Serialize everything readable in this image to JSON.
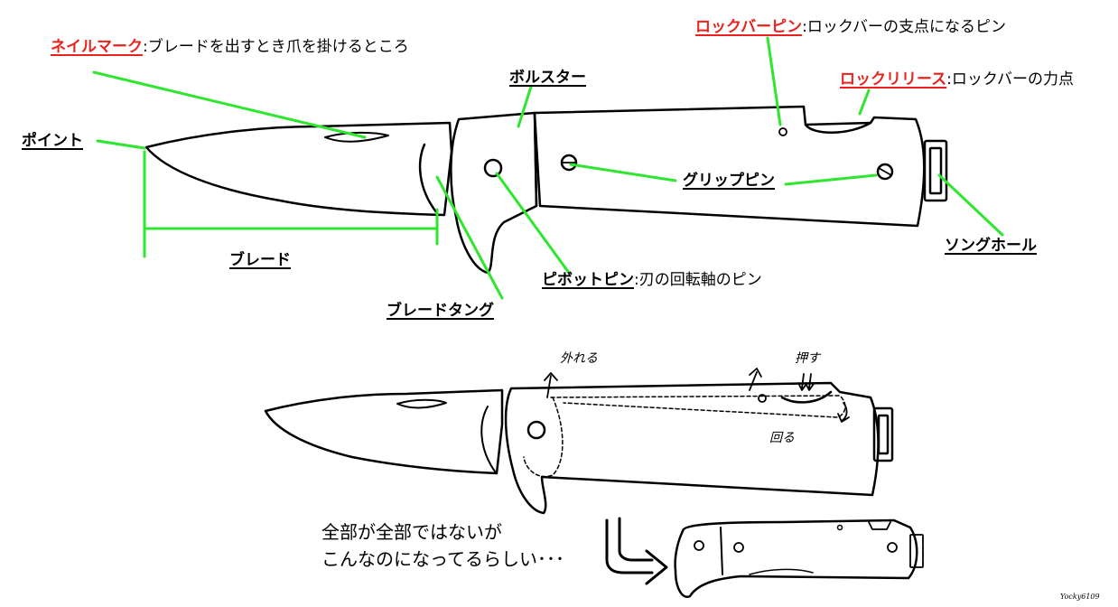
{
  "colors": {
    "leader": "#2ee62e",
    "accent": "#e8231d",
    "ink": "#000000"
  },
  "labels": {
    "nail_mark": {
      "term": "ネイルマーク",
      "desc": ":ブレードを出すとき爪を掛けるところ"
    },
    "point": {
      "term": "ポイント"
    },
    "bolster": {
      "term": "ボルスター"
    },
    "lockbar_pin": {
      "term": "ロックバーピン",
      "desc": ":ロックバーの支点になるピン"
    },
    "lock_release": {
      "term": "ロックリリース",
      "desc": ":ロックバーの力点"
    },
    "grip_pin": {
      "term": "グリップピン"
    },
    "thong_hole": {
      "term": "ソングホール"
    },
    "blade": {
      "term": "ブレード"
    },
    "pivot_pin": {
      "term": "ピボットピン",
      "desc": ":刃の回転軸のピン"
    },
    "blade_tang": {
      "term": "ブレードタング"
    }
  },
  "annotations": {
    "comes_off": "外れる",
    "push": "押す",
    "rotate": "回る"
  },
  "note": {
    "line1": "全部が全部ではないが",
    "line2": "こんなのになってるらしい･･･"
  },
  "signature": "Yocky6109"
}
